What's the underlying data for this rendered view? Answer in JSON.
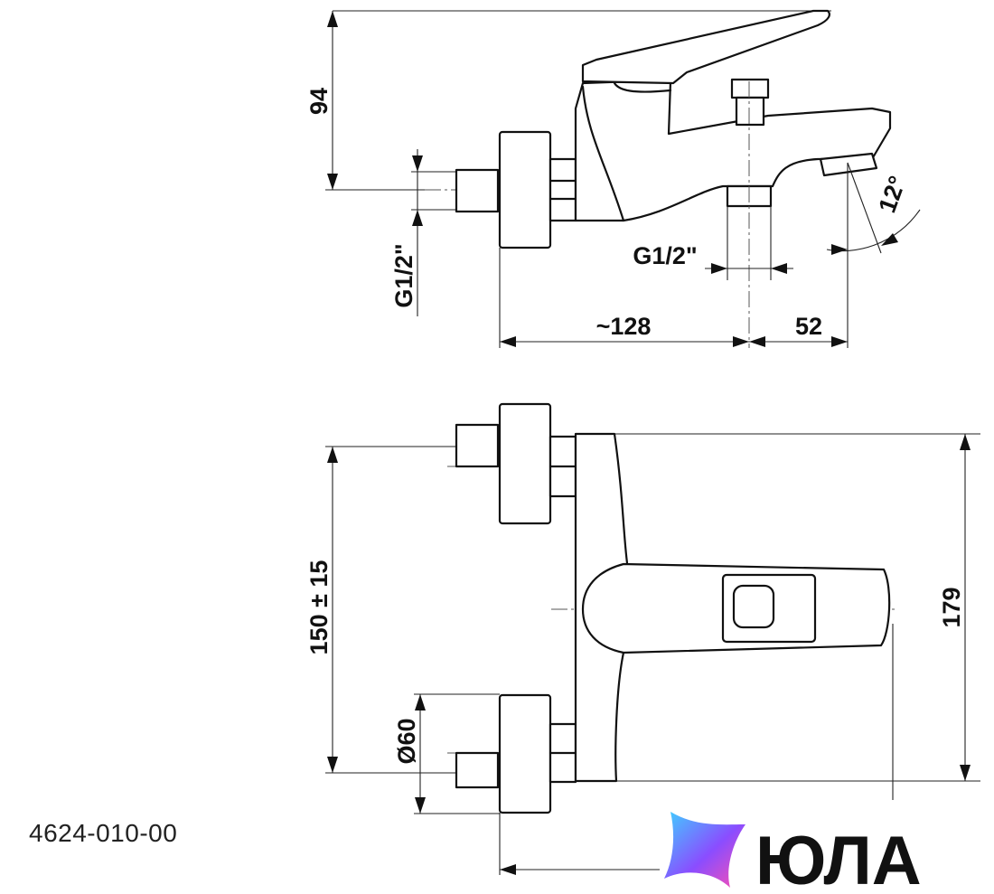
{
  "drawing": {
    "dimensions": {
      "height_top": "94",
      "thread_inlet": "G1/2\"",
      "thread_shower": "G1/2\"",
      "spout_offset": "~128",
      "spout_to_outlet": "52",
      "spout_angle": "12°",
      "inlet_spacing": "150 ± 15",
      "body_depth": "179",
      "escutcheon_diameter": "Ø60"
    },
    "product_code": "4624-010-00",
    "logo_text": "ЮЛА",
    "colors": {
      "line": "#111111",
      "logo_gradient_start": "#3fd0ff",
      "logo_gradient_mid": "#8a4dff",
      "logo_gradient_end": "#ff4fb0"
    }
  }
}
